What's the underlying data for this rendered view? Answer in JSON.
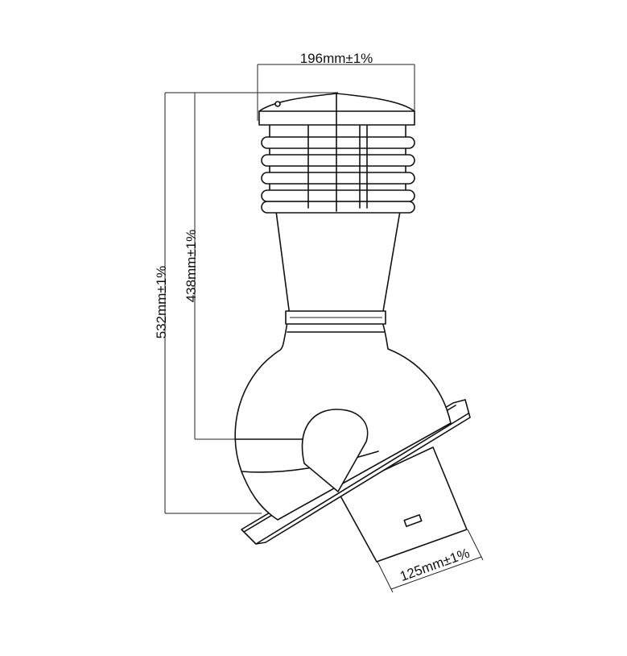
{
  "dimensions": {
    "top_width": "196mm±1%",
    "total_height": "532mm±1%",
    "upper_height": "438mm±1%",
    "pipe_diameter": "125mm±1%"
  },
  "colors": {
    "line": "#111111",
    "background": "#ffffff"
  }
}
